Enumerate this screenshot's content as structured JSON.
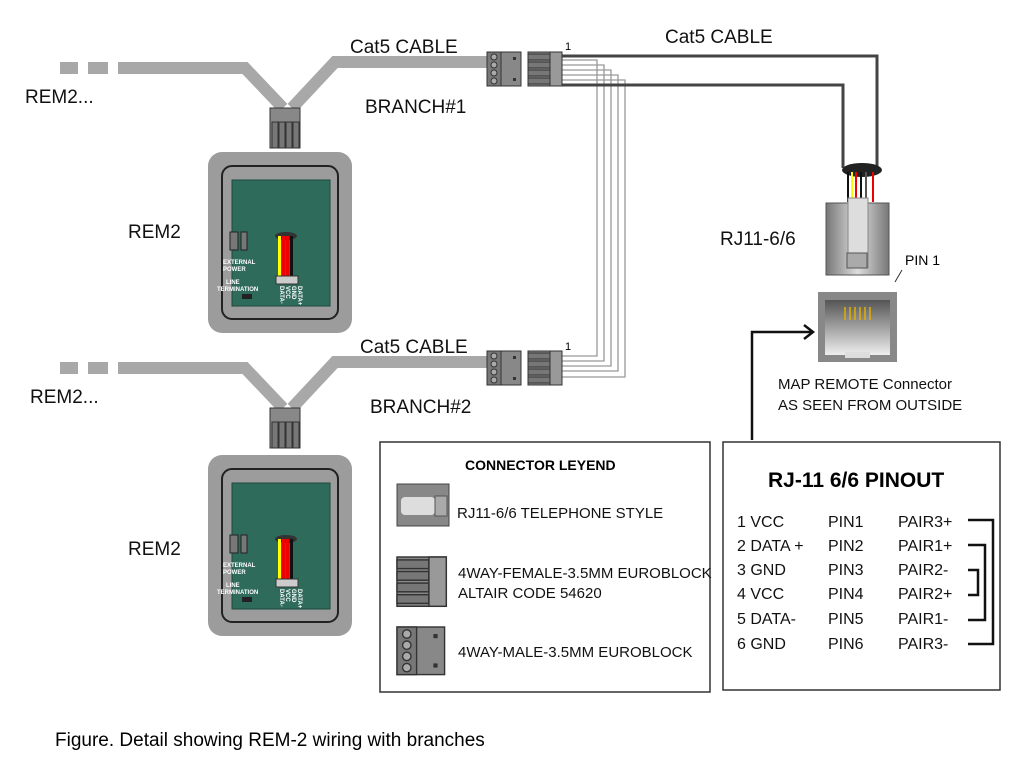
{
  "branch1": {
    "cable_label": "Cat5 CABLE",
    "branch_label": "BRANCH#1",
    "continuation_label": "REM2...",
    "device_label": "REM2",
    "pin_marker": "1"
  },
  "branch2": {
    "cable_label": "Cat5 CABLE",
    "branch_label": "BRANCH#2",
    "continuation_label": "REM2...",
    "device_label": "REM2",
    "pin_marker": "1"
  },
  "device": {
    "external_power": [
      "EXTERNAL",
      "POWER"
    ],
    "line_termination": [
      "LINE",
      "TERMINATION"
    ],
    "terminals": [
      "DATA-",
      "VCC",
      "GND",
      "DATA+"
    ]
  },
  "rj11": {
    "cable_label": "Cat5 CABLE",
    "plug_label": "RJ11-6/6",
    "pin1_label": "PIN 1",
    "jack_caption": [
      "MAP REMOTE Connector",
      "AS SEEN FROM OUTSIDE"
    ]
  },
  "legend": {
    "title": "CONNECTOR LEYEND",
    "items": [
      {
        "icon": "rj11-plug-icon",
        "lines": [
          "RJ11-6/6 TELEPHONE STYLE"
        ]
      },
      {
        "icon": "euroblock-female-icon",
        "lines": [
          "4WAY-FEMALE-3.5MM EUROBLOCK",
          "ALTAIR CODE 54620"
        ]
      },
      {
        "icon": "euroblock-male-icon",
        "lines": [
          "4WAY-MALE-3.5MM EUROBLOCK"
        ]
      }
    ]
  },
  "pinout": {
    "title": "RJ-11 6/6 PINOUT",
    "rows": [
      {
        "signal": "1 VCC",
        "pin": "PIN1",
        "pair": "PAIR3+"
      },
      {
        "signal": "2 DATA +",
        "pin": "PIN2",
        "pair": "PAIR1+"
      },
      {
        "signal": "3 GND",
        "pin": "PIN3",
        "pair": "PAIR2-"
      },
      {
        "signal": "4 VCC",
        "pin": "PIN4",
        "pair": "PAIR2+"
      },
      {
        "signal": "5 DATA-",
        "pin": "PIN5",
        "pair": "PAIR1-"
      },
      {
        "signal": "6 GND",
        "pin": "PIN6",
        "pair": "PAIR3-"
      }
    ]
  },
  "caption": "Figure. Detail showing REM-2 wiring with branches",
  "colors": {
    "cable": "#a8a8a8",
    "pcb": "#2f6b5b",
    "housing": "#9c9c9c",
    "wire_dark": "#444444"
  }
}
